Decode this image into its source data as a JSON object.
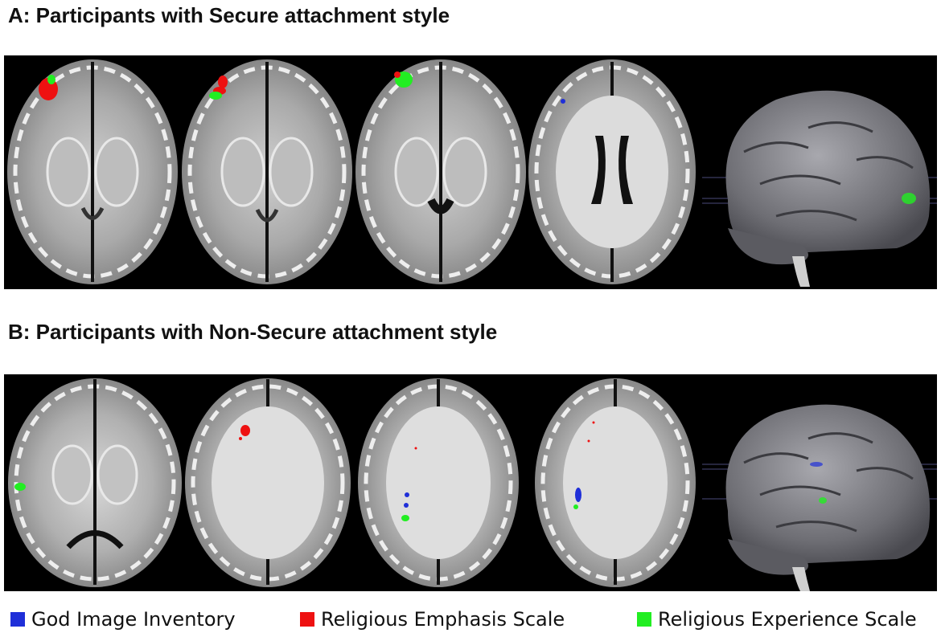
{
  "panel_a": {
    "title": "A: Participants with Secure attachment style"
  },
  "panel_b": {
    "title": "B: Participants with Non-Secure attachment style"
  },
  "legend": [
    {
      "label": "God Image Inventory",
      "color": "#1f2fd8"
    },
    {
      "label": "Religious Emphasis Scale",
      "color": "#ee1111"
    },
    {
      "label": "Religious Experience Scale",
      "color": "#22ee22"
    }
  ]
}
